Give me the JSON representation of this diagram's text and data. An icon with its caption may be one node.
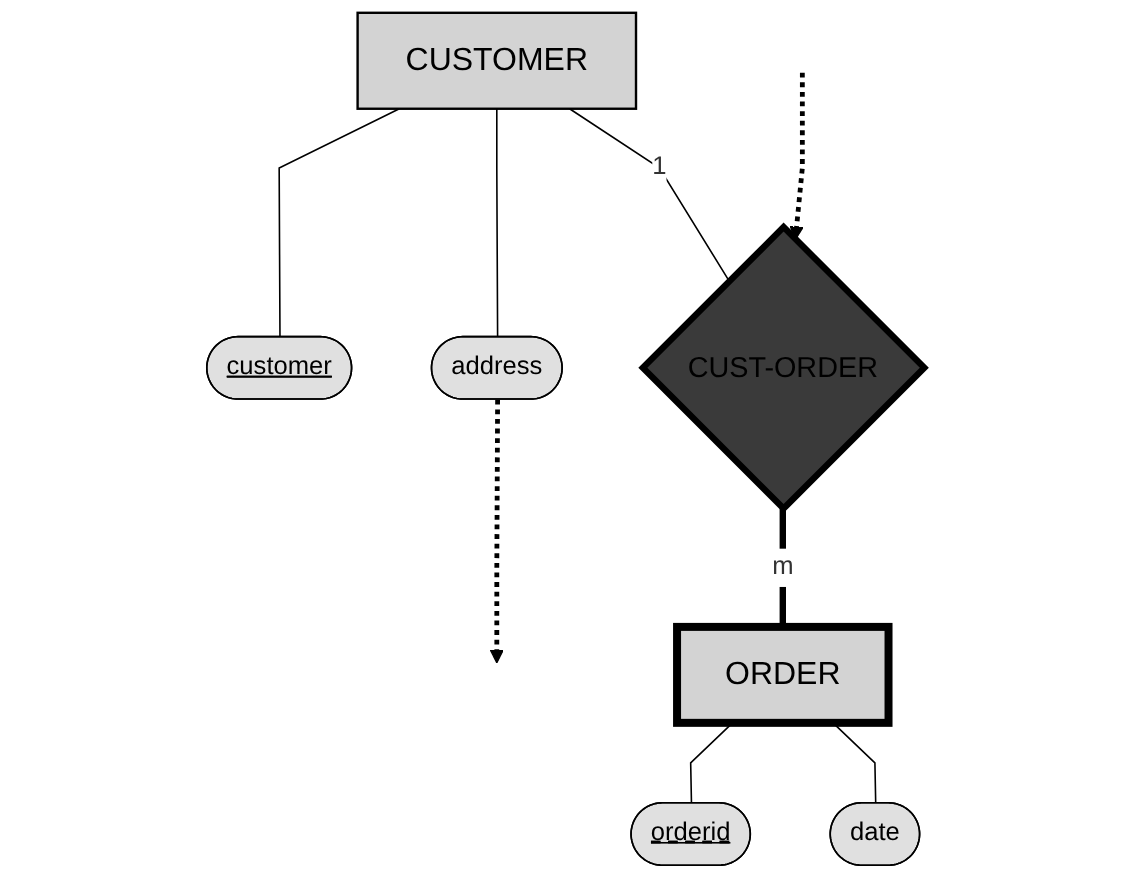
{
  "diagram": {
    "nodes": [
      {
        "text": [
          "CUSTOMER"
        ]
      },
      {
        "text": [
          "customer"
        ]
      },
      {
        "text": [
          "address"
        ]
      },
      {
        "text": [
          "CUST-ORDER"
        ]
      },
      {
        "text": [
          "ORDER"
        ]
      },
      {
        "text": [
          "orderid"
        ]
      },
      {
        "text": [
          "date"
        ]
      }
    ],
    "edges": [
      {
        "from": 0,
        "to": 1,
        "arrow": "none"
      },
      {
        "from": 0,
        "to": 2,
        "arrow": "none"
      },
      {
        "from": 0,
        "to": 3,
        "arrow": "none",
        "label": "1"
      },
      {
        "from": 3,
        "to": 4,
        "arrow": "none",
        "label": "m",
        "style": "thick"
      },
      {
        "from": 4,
        "to": 5,
        "arrow": "none"
      },
      {
        "from": 4,
        "to": 6,
        "arrow": "none"
      },
      {
        "from": null,
        "to": 3,
        "arrow": "to",
        "style": "dashed"
      },
      {
        "from": 2,
        "to": null,
        "arrow": "to",
        "style": "dashed"
      }
    ]
  }
}
